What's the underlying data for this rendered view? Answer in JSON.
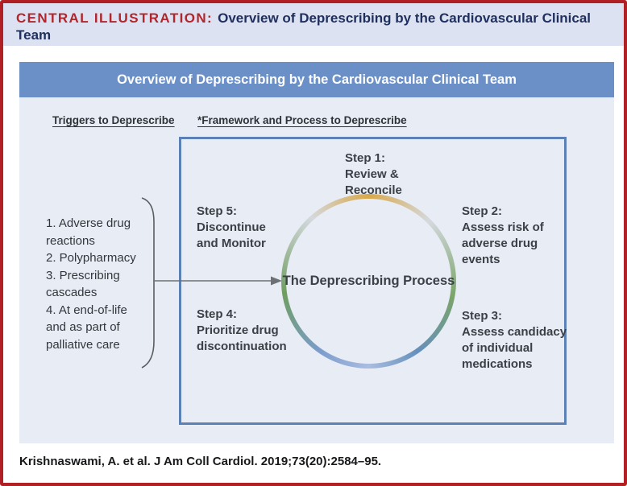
{
  "header": {
    "label": "CENTRAL ILLUSTRATION:",
    "title": "Overview of Deprescribing by the Cardiovascular Clinical Team"
  },
  "figure": {
    "banner_title": "Overview of Deprescribing by the Cardiovascular Clinical Team",
    "triggers": {
      "heading": "Triggers to Deprescribe",
      "items": [
        "1. Adverse drug reactions",
        "2. Polypharmacy",
        "3. Prescribing cascades",
        "4. At end-of-life and as part of palliative care"
      ]
    },
    "framework": {
      "heading": "*Framework and Process to Deprescribe",
      "center_label": "The Deprescribing Process",
      "steps": [
        {
          "label": "Step 1:\nReview &\nReconcile"
        },
        {
          "label": "Step 2:\nAssess risk of\nadverse drug\nevents"
        },
        {
          "label": "Step 3:\nAssess candidacy\nof individual\nmedications"
        },
        {
          "label": "Step 4:\nPrioritize drug\ndiscontinuation"
        },
        {
          "label": "Step 5:\nDiscontinue\nand Monitor"
        }
      ]
    },
    "icons": {
      "brace": "right-brace",
      "arrow": "right-arrow"
    }
  },
  "citation": "Krishnaswami, A. et al. J Am Coll Cardiol. 2019;73(20):2584–95.",
  "colors": {
    "accent_red": "#b2252b",
    "navy": "#1f2f5e",
    "title_band_bg": "#dce2f1",
    "banner_bg": "#6b90c8",
    "panel_bg": "#e8ecf5",
    "box_border": "#5c81b7",
    "ring_gold": "#d9a94a",
    "ring_green": "#6f9e60",
    "ring_blue": "#6590bb",
    "ring_silver": "#d5d9df"
  }
}
